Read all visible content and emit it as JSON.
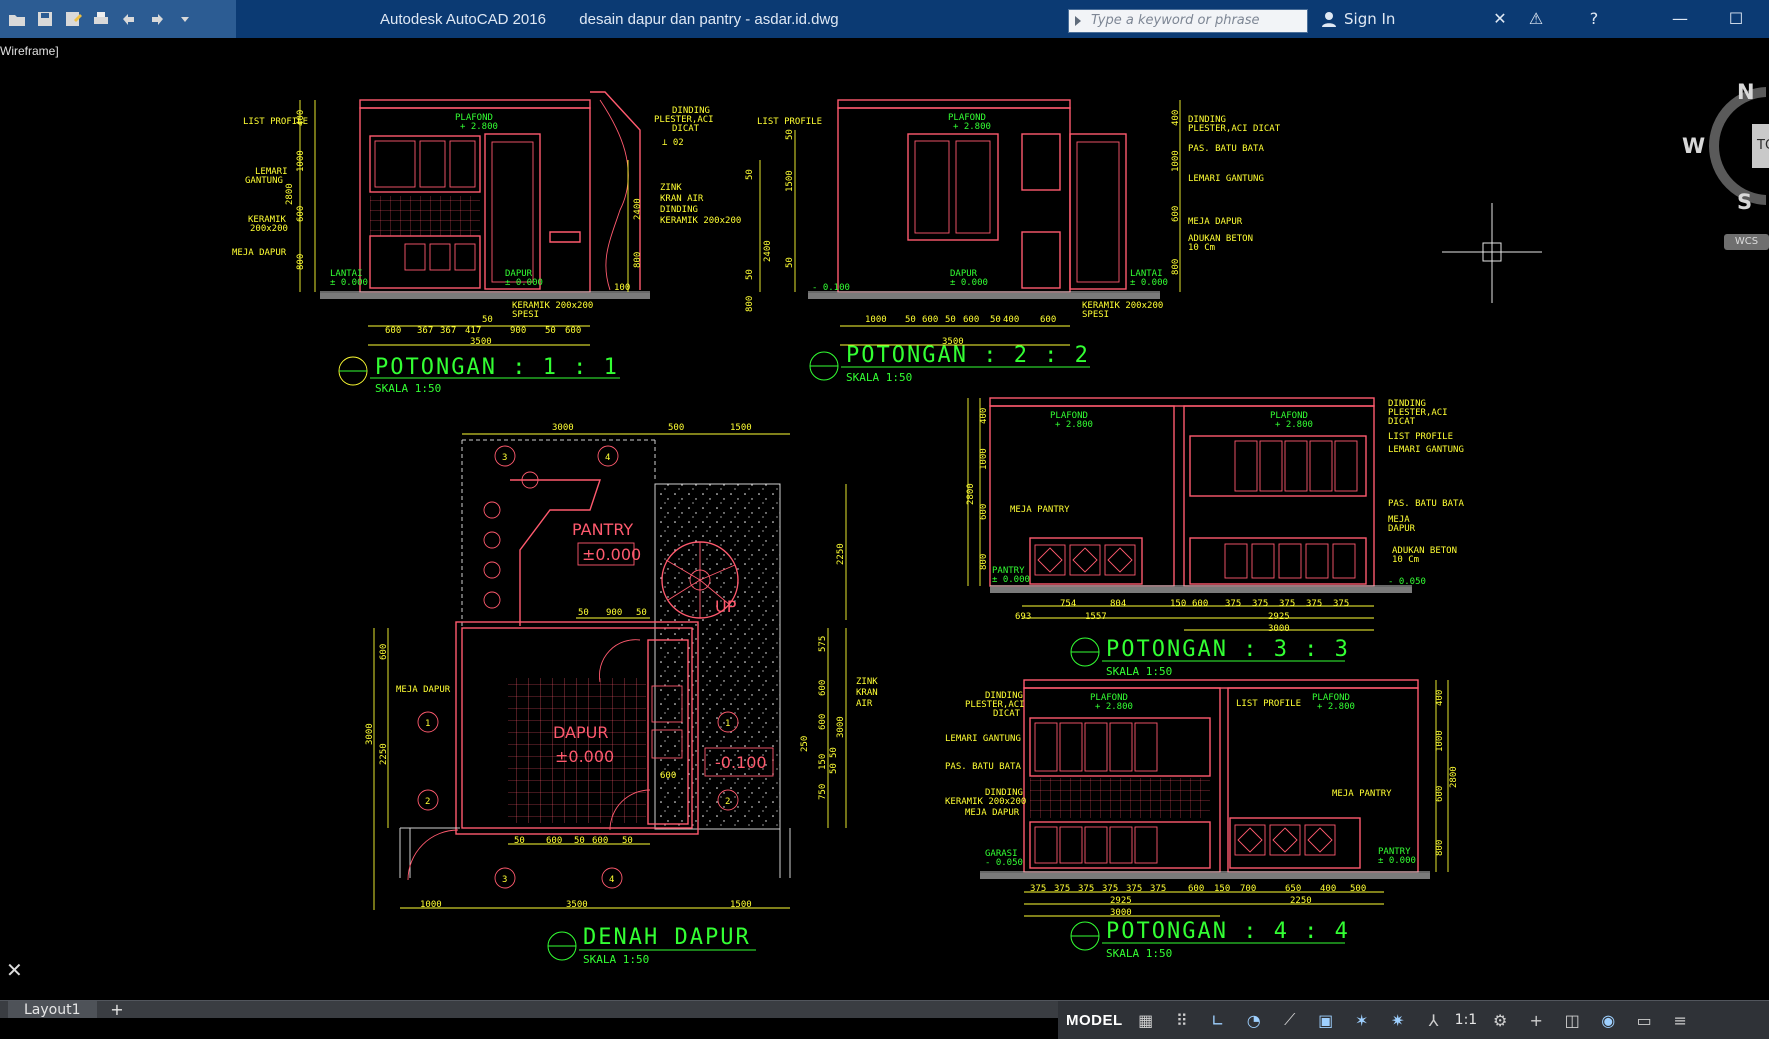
{
  "app": {
    "title": "Autodesk AutoCAD 2016        desain dapur dan pantry - asdar.id.dwg",
    "search_placeholder": "Type a keyword or phrase",
    "sign_in": "Sign In",
    "viewport_label": "Wireframe]"
  },
  "viewcube": {
    "north": "N",
    "west": "W",
    "south": "S",
    "top": "TOP",
    "wcs": "WCS"
  },
  "layout_tab": "Layout1",
  "status": {
    "model": "MODEL",
    "scale": "1:1"
  },
  "drawing": {
    "potongan_11": {
      "title": "POTONGAN : 1 : 1",
      "scale": "SKALA 1:50",
      "left_labels": [
        "LIST PROFILE",
        "LEMARI",
        "GANTUNG",
        "KERAMIK",
        "200x200",
        "MEJA DAPUR"
      ],
      "right_labels": [
        "DINDING",
        "PLESTER,ACI",
        "DICAT",
        "ZINK",
        "KRAN AIR",
        "DINDING",
        "KERAMIK 200x200"
      ],
      "plafond": "PLAFOND",
      "plafond_level": "+ 2.800",
      "lantai": "LANTAI",
      "lantai_level": "± 0.000",
      "dapur": "DAPUR",
      "dapur_level": "± 0.000",
      "bottom_labels": [
        "KERAMIK 200x200",
        "SPESI"
      ],
      "dims_bottom": [
        "600",
        "367",
        "367",
        "417",
        "900",
        "50",
        "600",
        "50",
        "3500"
      ],
      "dims_left": [
        "400",
        "1000",
        "600",
        "800",
        "2800"
      ],
      "dims_right": [
        "2400",
        "800",
        "100"
      ],
      "note": "⊥ 02"
    },
    "potongan_22": {
      "title": "POTONGAN : 2 : 2",
      "scale": "SKALA 1:50",
      "left_labels": [
        "LIST PROFILE"
      ],
      "right_labels": [
        "DINDING",
        "PLESTER,ACI DICAT",
        "PAS. BATU BATA",
        "LEMARI GANTUNG",
        "MEJA DAPUR",
        "ADUKAN BETON",
        "10 Cm"
      ],
      "plafond": "PLAFOND",
      "plafond_level": "+ 2.800",
      "lantai": "LANTAI",
      "lantai_level": "± 0.000",
      "dapur": "DAPUR",
      "dapur_level": "± 0.000",
      "left_level": "- 0.100",
      "bottom_labels": [
        "KERAMIK 200x200",
        "SPESI"
      ],
      "dims_bottom": [
        "1000",
        "50",
        "600",
        "50",
        "600",
        "50",
        "400",
        "600",
        "3500"
      ],
      "dims_left": [
        "50",
        "1500",
        "50",
        "800",
        "2400",
        "50",
        "50"
      ],
      "dims_right": [
        "400",
        "1000",
        "600",
        "800"
      ]
    },
    "potongan_33": {
      "title": "POTONGAN : 3 : 3",
      "scale": "SKALA 1:50",
      "right_labels": [
        "DINDING",
        "PLESTER,ACI",
        "DICAT",
        "LIST PROFILE",
        "LEMARI GANTUNG",
        "PAS. BATU BATA",
        "MEJA",
        "DAPUR",
        "ADUKAN BETON",
        "10 Cm"
      ],
      "plafond": "PLAFOND",
      "plafond_level": "+ 2.800",
      "meja_pantry": "MEJA PANTRY",
      "pantry": "PANTRY",
      "pantry_level": "± 0.000",
      "right_level": "- 0.050",
      "dims_bottom": [
        "693",
        "754",
        "804",
        "150",
        "600",
        "375",
        "375",
        "375",
        "375",
        "375",
        "1557",
        "2925",
        "3000"
      ],
      "dims_left": [
        "400",
        "1000",
        "600",
        "800",
        "2800"
      ]
    },
    "potongan_44": {
      "title": "POTONGAN : 4 : 4",
      "scale": "SKALA 1:50",
      "left_labels": [
        "DINDING",
        "PLESTER,ACI",
        "DICAT",
        "LEMARI GANTUNG",
        "PAS. BATU BATA",
        "DINDING",
        "KERAMIK 200x200",
        "MEJA DAPUR",
        "GARASI",
        "- 0.050"
      ],
      "list_profile": "LIST PROFILE",
      "meja_pantry": "MEJA PANTRY",
      "plafond": "PLAFOND",
      "plafond_level": "+ 2.800",
      "pantry": "PANTRY",
      "pantry_level": "± 0.000",
      "dims_bottom": [
        "375",
        "375",
        "375",
        "375",
        "375",
        "375",
        "600",
        "150",
        "700",
        "650",
        "400",
        "500",
        "2925",
        "2250",
        "3000"
      ],
      "dims_right": [
        "400",
        "1000",
        "600",
        "800",
        "2800"
      ]
    },
    "denah": {
      "title": "DENAH DAPUR",
      "scale": "SKALA 1:50",
      "pantry": "PANTRY",
      "pantry_level": "±0.000",
      "dapur": "DAPUR",
      "dapur_level": "±0.000",
      "floor_level": "-0.100",
      "up": "UP",
      "meja_dapur": "MEJA DAPUR",
      "right_labels": [
        "ZINK",
        "KRAN",
        "AIR"
      ],
      "markers": [
        "1",
        "2",
        "3",
        "4",
        "1",
        "2",
        "3",
        "4"
      ],
      "dims_top": [
        "3000",
        "500",
        "1500"
      ],
      "dims_bottom": [
        "1000",
        "3500",
        "1500"
      ],
      "dims_inner_bottom": [
        "50",
        "600",
        "50",
        "600",
        "50"
      ],
      "dims_inner_top": [
        "50",
        "900",
        "50"
      ],
      "dims_left": [
        "600",
        "3000",
        "2250"
      ],
      "dims_right": [
        "2250",
        "575",
        "600",
        "600",
        "3000",
        "150",
        "250",
        "750",
        "50",
        "50"
      ],
      "dim_600": "600"
    }
  },
  "colors": {
    "titlebar": "#0b3a73",
    "linework": "#ff5a6e",
    "dimension": "#ffff33",
    "title_text": "#33ff33",
    "hatch": "#ffffff",
    "background": "#000000"
  }
}
